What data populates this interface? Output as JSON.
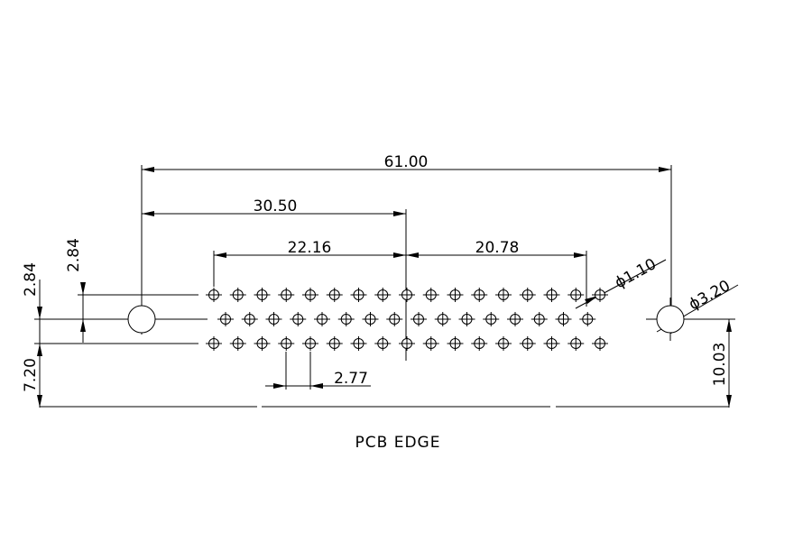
{
  "dimensions": {
    "overall_width": "61.00",
    "half_width": "30.50",
    "left_pin_span": "22.16",
    "right_pin_span": "20.78",
    "pin_hole_diameter": "ϕ1.10",
    "mount_hole_diameter": "ϕ3.20",
    "row_pitch": "2.84",
    "row_pitch_right": "2.84",
    "pin_pitch": "2.77",
    "edge_offset_left": "7.20",
    "edge_offset_right": "10.03"
  },
  "caption": "PCB EDGE",
  "rows": {
    "top_count": 17,
    "middle_count": 16,
    "bottom_count": 17
  },
  "colors": {
    "line": "#000000",
    "background": "#ffffff"
  }
}
